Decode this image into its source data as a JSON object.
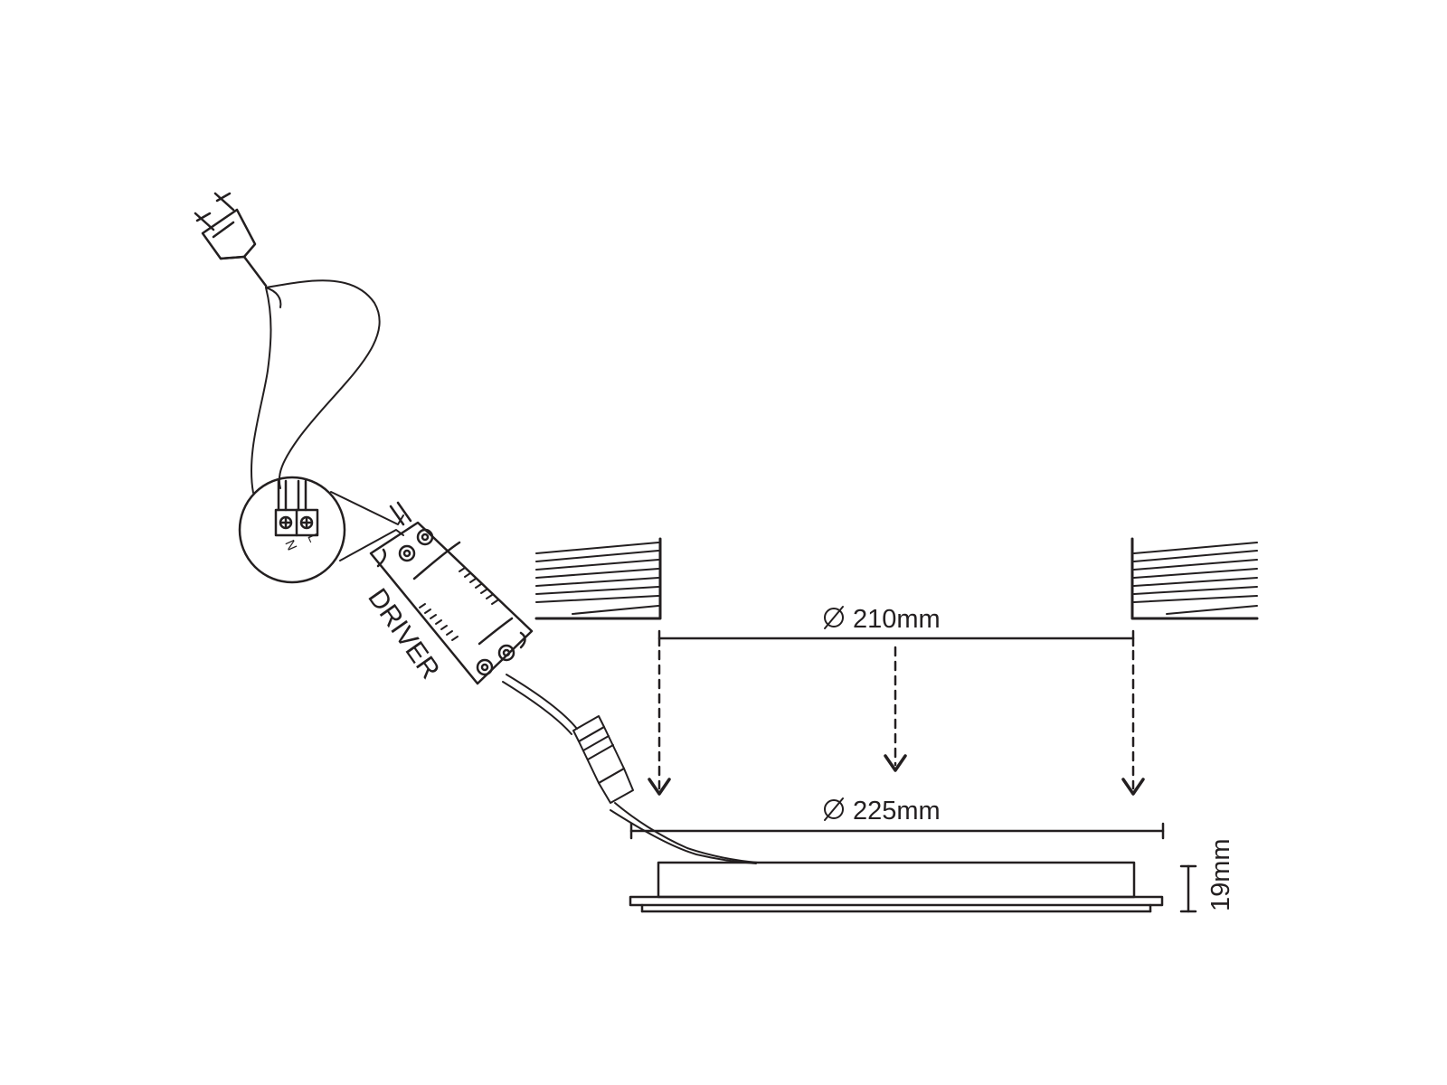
{
  "labels": {
    "cutout_diameter": "210mm",
    "outer_diameter": "225mm",
    "height": "19mm",
    "driver": "DRIVER",
    "terminal_n": "N",
    "terminal_l": "L"
  },
  "colors": {
    "line": "#231f20",
    "background": "#ffffff"
  }
}
